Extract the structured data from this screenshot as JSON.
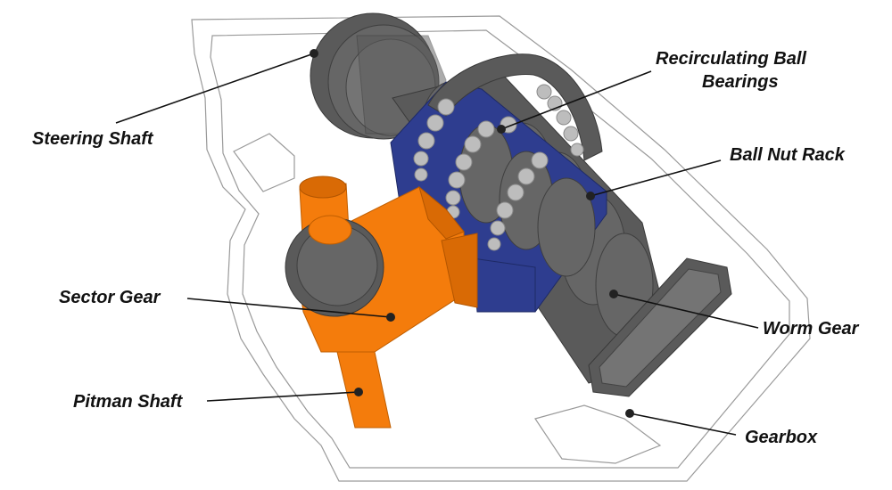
{
  "labels": {
    "steering_shaft": "Steering Shaft",
    "recirculating_ball_bearings_line1": "Recirculating Ball",
    "recirculating_ball_bearings_line2": "Bearings",
    "ball_nut_rack": "Ball Nut Rack",
    "sector_gear": "Sector Gear",
    "worm_gear": "Worm Gear",
    "pitman_shaft": "Pitman Shaft",
    "gearbox": "Gearbox"
  },
  "colors": {
    "housing_outline": "#9a9a9a",
    "steel_gray": "#5a5a5a",
    "ball_bearing": "#bdbdbd",
    "ball_nut_blue": "#2e3d8f",
    "sector_orange": "#f47c0c",
    "label_text": "#111111"
  }
}
